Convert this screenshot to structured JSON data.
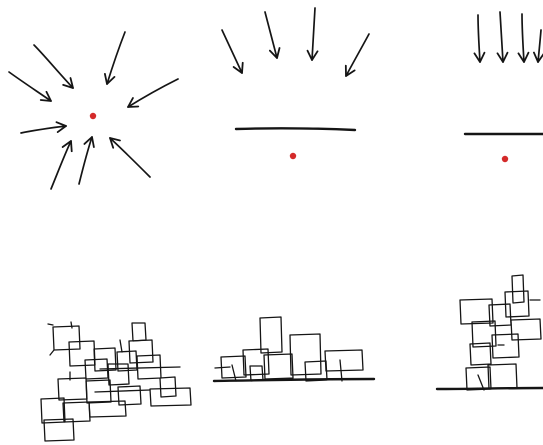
{
  "colors": {
    "ink": "#151515",
    "focus_dot": "#d42a2a",
    "background": "#ffffff"
  },
  "panels": [
    {
      "kind": "arrows-converging-on-point"
    },
    {
      "kind": "arrows-onto-barrier-above-point"
    },
    {
      "kind": "parallel-arrows-onto-barrier-above-point"
    },
    {
      "kind": "scattered-overlapping-boxes"
    },
    {
      "kind": "boxes-stacked-low-on-ground-line"
    },
    {
      "kind": "boxes-stacked-tall-on-ground-line"
    }
  ]
}
